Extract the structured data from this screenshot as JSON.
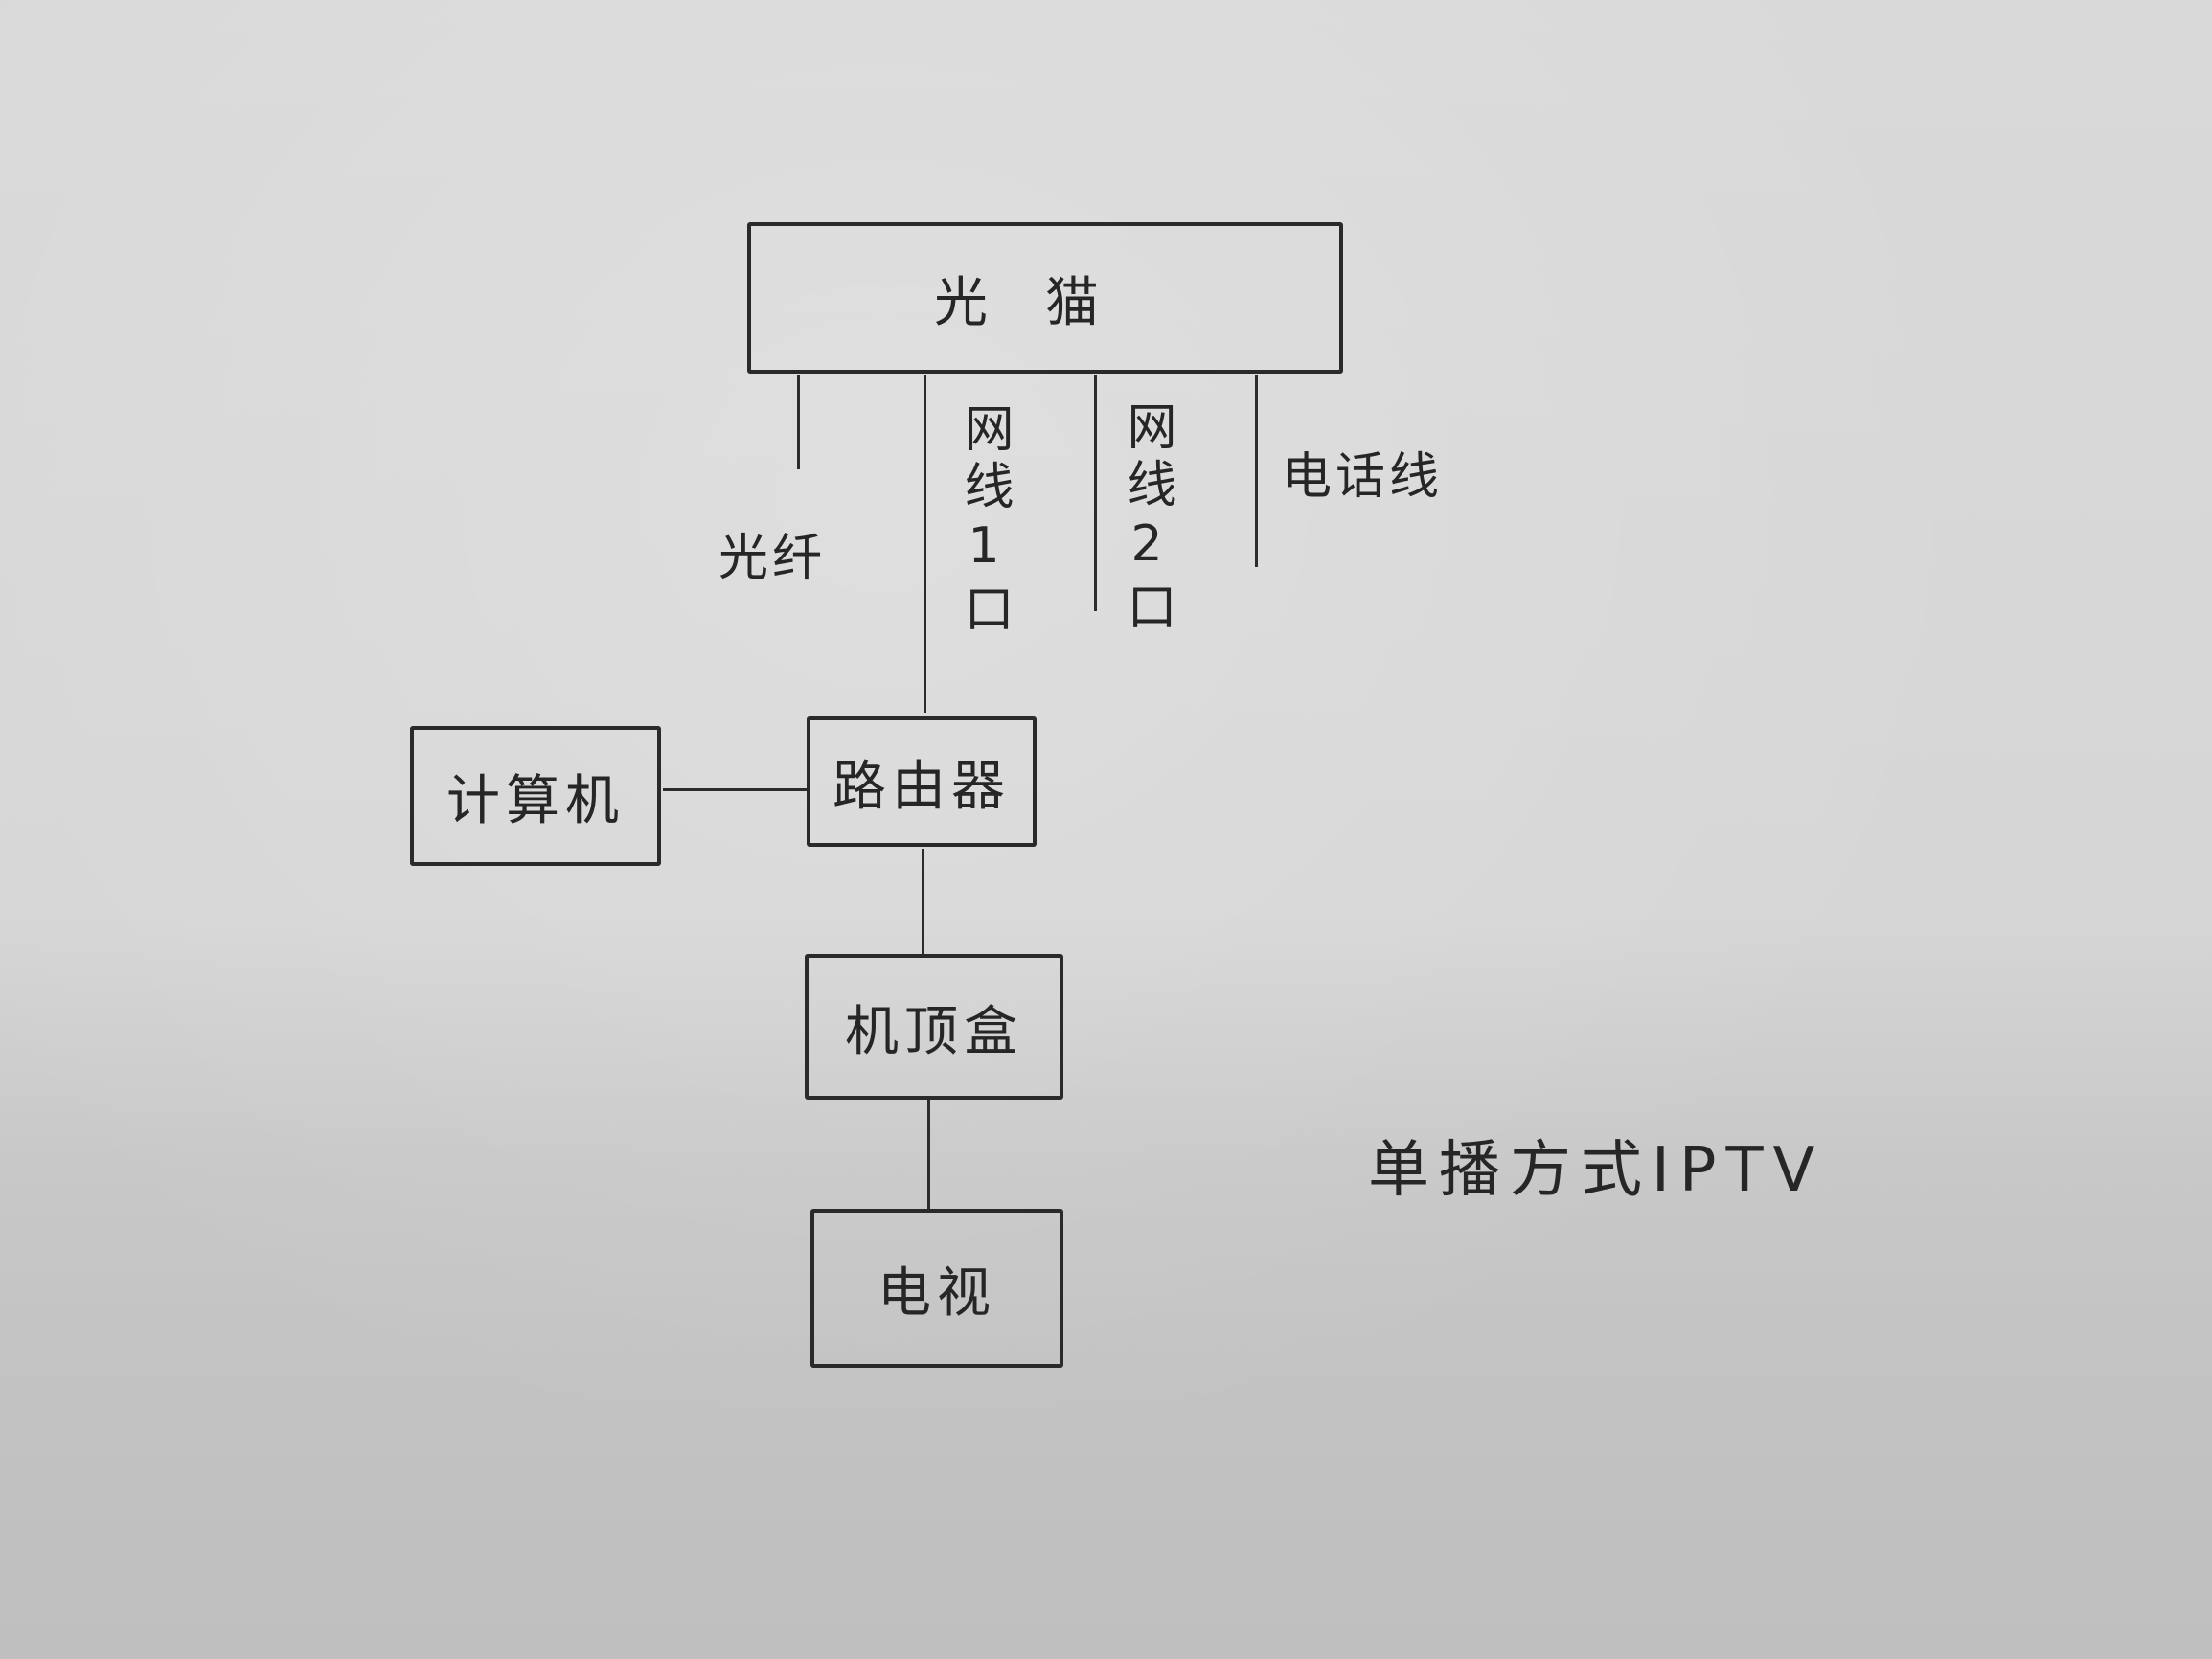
{
  "diagram": {
    "title": "单播方式IPTV",
    "nodes": {
      "modem": {
        "label": "光猫"
      },
      "router": {
        "label": "路由器"
      },
      "computer": {
        "label": "计算机"
      },
      "set_top_box": {
        "label": "机顶盒"
      },
      "tv": {
        "label": "电视"
      }
    },
    "ports": {
      "fiber": {
        "label": "光纤"
      },
      "lan1": {
        "label": "网线1口"
      },
      "lan2": {
        "label": "网线2口"
      },
      "phone": {
        "label": "电话线"
      }
    },
    "edges": [
      {
        "from": "modem",
        "to": "router",
        "via": "网线1口"
      },
      {
        "from": "router",
        "to": "computer"
      },
      {
        "from": "router",
        "to": "set_top_box"
      },
      {
        "from": "set_top_box",
        "to": "tv"
      }
    ],
    "colors": {
      "ink": "#2a2a2a",
      "paper_top": "#d9d9d9",
      "paper_bottom": "#bfbfbf"
    }
  }
}
